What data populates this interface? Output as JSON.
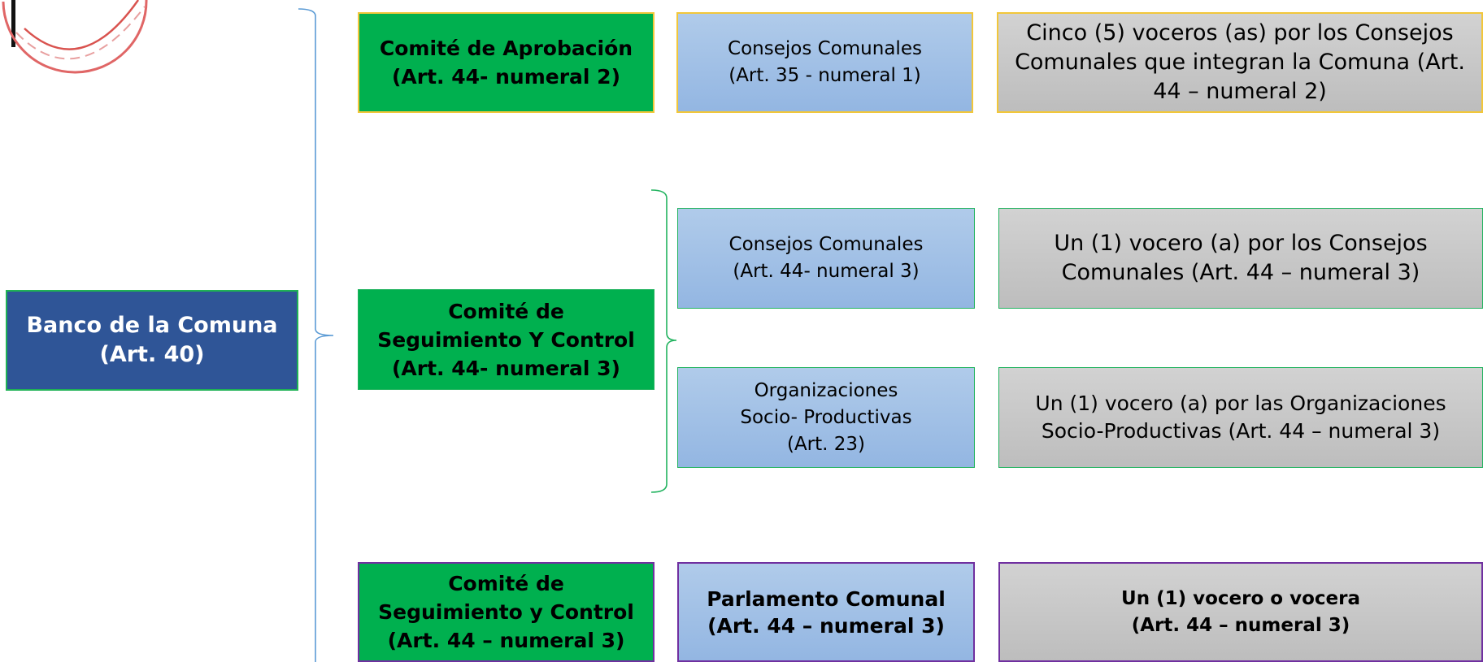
{
  "root": {
    "label": "Banco de la Comuna\n(Art. 40)"
  },
  "rows": [
    {
      "committee": "Comité de Aprobación\n(Art. 44- numeral 2)",
      "entities": [
        {
          "source": "Consejos Comunales\n(Art. 35 - numeral 1)",
          "representation": "Cinco (5) voceros (as) por los Consejos\nComunales que integran la Comuna (Art.\n44 – numeral 2)"
        }
      ]
    },
    {
      "committee": "Comité de\nSeguimiento Y Control\n(Art. 44- numeral 3)",
      "entities": [
        {
          "source": "Consejos Comunales\n(Art. 44- numeral 3)",
          "representation": "Un (1) vocero (a) por los Consejos\nComunales (Art. 44 – numeral 3)"
        },
        {
          "source": "Organizaciones\nSocio- Productivas\n(Art. 23)",
          "representation": "Un (1) vocero (a) por las Organizaciones\nSocio-Productivas (Art. 44 – numeral 3)"
        }
      ]
    },
    {
      "committee": "Comité de\nSeguimiento y Control\n(Art. 44 – numeral 3)",
      "entities": [
        {
          "source": "Parlamento Comunal\n(Art. 44 – numeral 3)",
          "representation": "Un (1) vocero o vocera\n(Art. 44 – numeral 3)"
        }
      ]
    }
  ],
  "colors": {
    "root": "#2f5597",
    "committee": "#00b04f",
    "source": "#9bbbe4",
    "representation": "#c8c8c8",
    "bracket": "#5b9bd5",
    "logo_arc": "#e06666"
  }
}
